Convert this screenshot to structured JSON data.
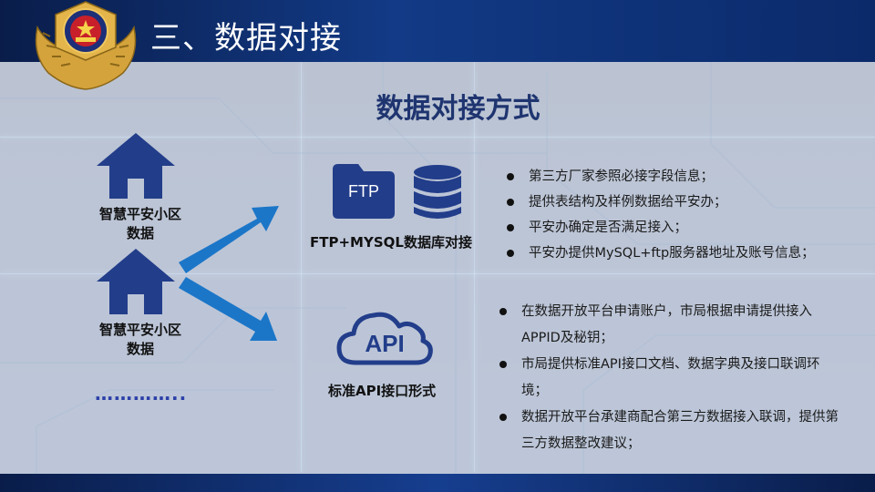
{
  "slide": {
    "title": "三、数据对接"
  },
  "section": {
    "heading": "数据对接方式"
  },
  "sources": [
    {
      "label_line1": "智慧平安小区",
      "label_line2": "数据"
    },
    {
      "label_line1": "智慧平安小区",
      "label_line2": "数据"
    }
  ],
  "more": "…………..",
  "methods": {
    "ftp": {
      "icon_text": "FTP",
      "caption": "FTP+MYSQL数据库对接",
      "bullets": [
        "第三方厂家参照必接字段信息；",
        "提供表结构及样例数据给平安办；",
        "平安办确定是否满足接入；",
        "平安办提供MySQL+ftp服务器地址及账号信息；"
      ]
    },
    "api": {
      "icon_text": "API",
      "caption": "标准API接口形式",
      "bullets": [
        "在数据开放平台申请账户，市局根据申请提供接入APPID及秘钥；",
        "市局提供标准API接口文档、数据字典及接口联调环境；",
        "数据开放平台承建商配合第三方数据接入联调，提供第三方数据整改建议；"
      ]
    }
  },
  "colors": {
    "accent": "#1f3570",
    "icon_blue": "#223d8a",
    "arrow_blue": "#1b76c8",
    "header_bg": "#123a86"
  }
}
